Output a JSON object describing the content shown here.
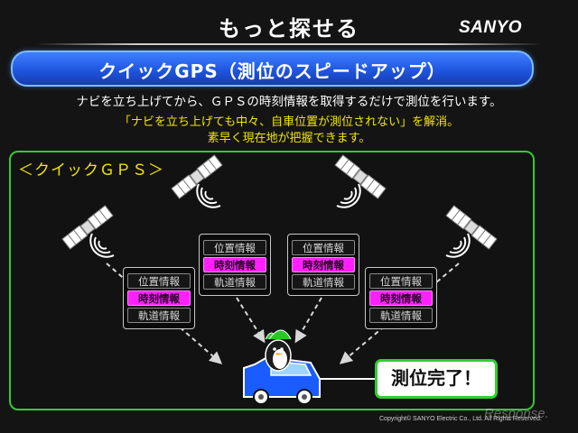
{
  "slide": {
    "title": "もっと探せる",
    "brand": "SANYO"
  },
  "banner": {
    "text": "クイックGPS（測位のスピードアップ）"
  },
  "description": {
    "line1": "ナビを立ち上げてから、ＧＰＳの時刻情報を取得するだけで測位を行います。",
    "line2": "「ナビを立ち上げても中々、自車位置が測位されない」を解消。",
    "line3": "素早く現在地が把握できます。"
  },
  "diagram": {
    "heading": "＜クイックＧＰＳ＞",
    "cards": [
      {
        "rows": [
          "位置情報",
          "時刻情報",
          "軌道情報"
        ],
        "highlight": 1
      },
      {
        "rows": [
          "位置情報",
          "時刻情報",
          "軌道情報"
        ],
        "highlight": 1
      },
      {
        "rows": [
          "位置情報",
          "時刻情報",
          "軌道情報"
        ],
        "highlight": 1
      },
      {
        "rows": [
          "位置情報",
          "時刻情報",
          "軌道情報"
        ],
        "highlight": 1
      }
    ],
    "status": "測位完了！"
  },
  "footer": {
    "copyright": "Copyright© SANYO Electric Co., Ltd. All Rights Reserved.",
    "watermark": "Response."
  },
  "colors": {
    "background": "#141414",
    "accent_blue": "#1f56e0",
    "accent_green": "#35c935",
    "highlight_magenta": "#ff20ff",
    "text_yellow": "#f2e600",
    "car_blue": "#1a5cff"
  },
  "icons": [
    "satellite-icon",
    "signal-waves-icon",
    "car-icon",
    "penguin-driver-icon",
    "arrow-icon"
  ]
}
